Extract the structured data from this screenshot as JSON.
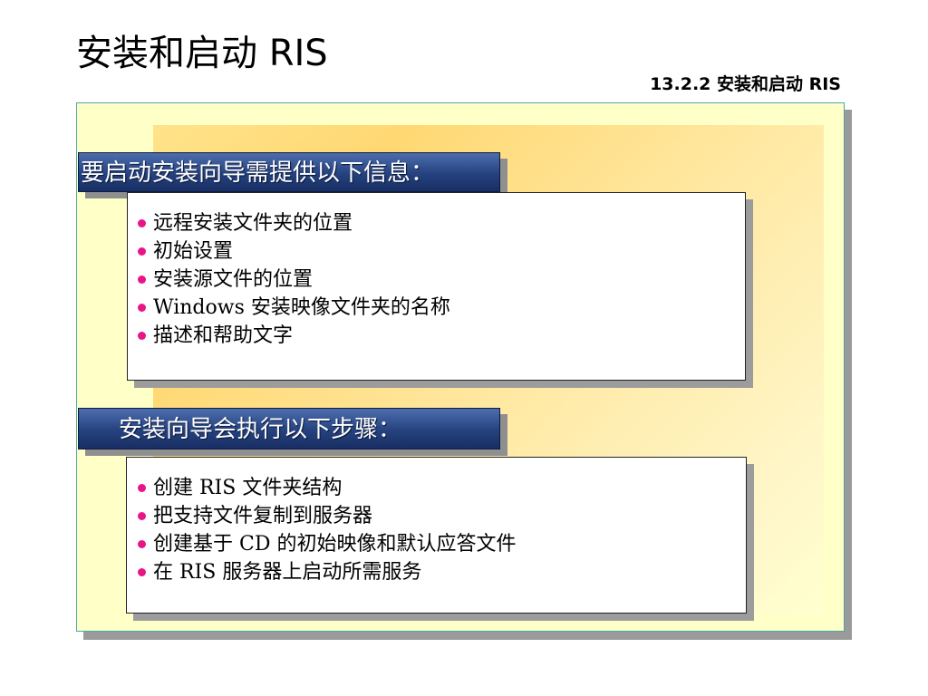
{
  "slide": {
    "title": "安装和启动 RIS",
    "section_ref": "13.2.2 安装和启动 RIS"
  },
  "sections": [
    {
      "heading": "要启动安装向导需提供以下信息：",
      "items": [
        "远程安装文件夹的位置",
        "初始设置",
        "安装源文件的位置",
        "Windows 安装映像文件夹的名称",
        "描述和帮助文字"
      ]
    },
    {
      "heading": "安装向导会执行以下步骤：",
      "items": [
        "创建 RIS 文件夹结构",
        "把支持文件复制到服务器",
        "创建基于 CD 的初始映像和默认应答文件",
        "在 RIS 服务器上启动所需服务"
      ]
    }
  ],
  "colors": {
    "bullet": "#e8158a",
    "heading_bg": "#25427f",
    "panel_bg": "#ffffc8",
    "panel_border": "#4aa7a7",
    "glow": "#ffd873"
  }
}
